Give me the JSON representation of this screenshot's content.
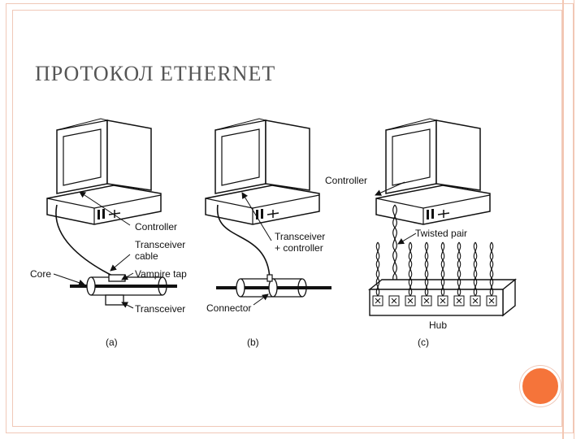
{
  "title": "ПРОТОКОЛ ETHERNET",
  "diagram": {
    "a": {
      "caption": "(a)",
      "controller": "Controller",
      "transceiver_cable_1": "Transceiver",
      "transceiver_cable_2": "cable",
      "core": "Core",
      "vampire_tap": "Vampire tap",
      "transceiver": "Transceiver"
    },
    "b": {
      "caption": "(b)",
      "transceiver_controller_1": "Transceiver",
      "transceiver_controller_2": "+ controller",
      "connector": "Connector"
    },
    "c": {
      "caption": "(c)",
      "controller": "Controller",
      "twisted_pair": "Twisted pair",
      "hub": "Hub"
    }
  },
  "colors": {
    "accent": "#f5743a",
    "frame": "#f0c8b8",
    "title": "#555555"
  }
}
